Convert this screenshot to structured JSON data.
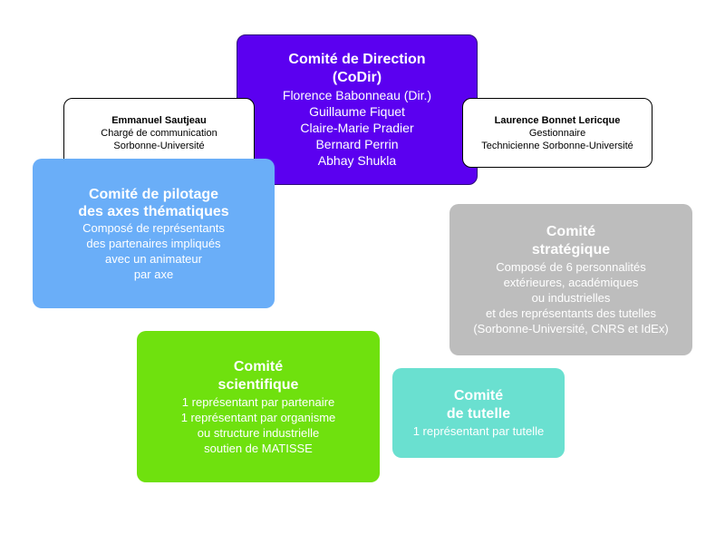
{
  "codir": {
    "title_lines": [
      "Comité de Direction",
      "(CoDir)"
    ],
    "members": [
      "Florence Babonneau (Dir.)",
      "Guillaume Fiquet",
      "Claire-Marie Pradier",
      "Bernard Perrin",
      "Abhay Shukla"
    ]
  },
  "communication": {
    "name": "Emmanuel Sautjeau",
    "role_lines": [
      "Chargé de communication",
      "Sorbonne-Université"
    ]
  },
  "gestion": {
    "name": "Laurence Bonnet Lericque",
    "role_lines": [
      "Gestionnaire",
      "Technicienne Sorbonne-Université"
    ]
  },
  "pilotage": {
    "title_lines": [
      "Comité de pilotage",
      "des axes thématiques"
    ],
    "desc_lines": [
      "Composé de représentants",
      "des partenaires impliqués",
      "avec un animateur",
      "par axe"
    ]
  },
  "strategique": {
    "title_lines": [
      "Comité",
      "stratégique"
    ],
    "desc_lines": [
      "Composé de 6 personnalités",
      "extérieures, académiques",
      "ou industrielles",
      "et des représentants des tutelles",
      "(Sorbonne-Université, CNRS et IdEx)"
    ]
  },
  "scientifique": {
    "title_lines": [
      "Comité",
      "scientifique"
    ],
    "desc_lines": [
      "1 représentant par partenaire",
      "1 représentant par organisme",
      "ou structure industrielle",
      "soutien de MATISSE"
    ]
  },
  "tutelle": {
    "title_lines": [
      "Comité",
      "de tutelle"
    ],
    "desc_lines": [
      "1 représentant par tutelle"
    ]
  },
  "colors": {
    "codir": "#5b00f0",
    "pilotage": "#6aaef8",
    "strategique": "#bdbdbd",
    "scientifique": "#6fe10e",
    "tutelle": "#6ae0d0"
  }
}
